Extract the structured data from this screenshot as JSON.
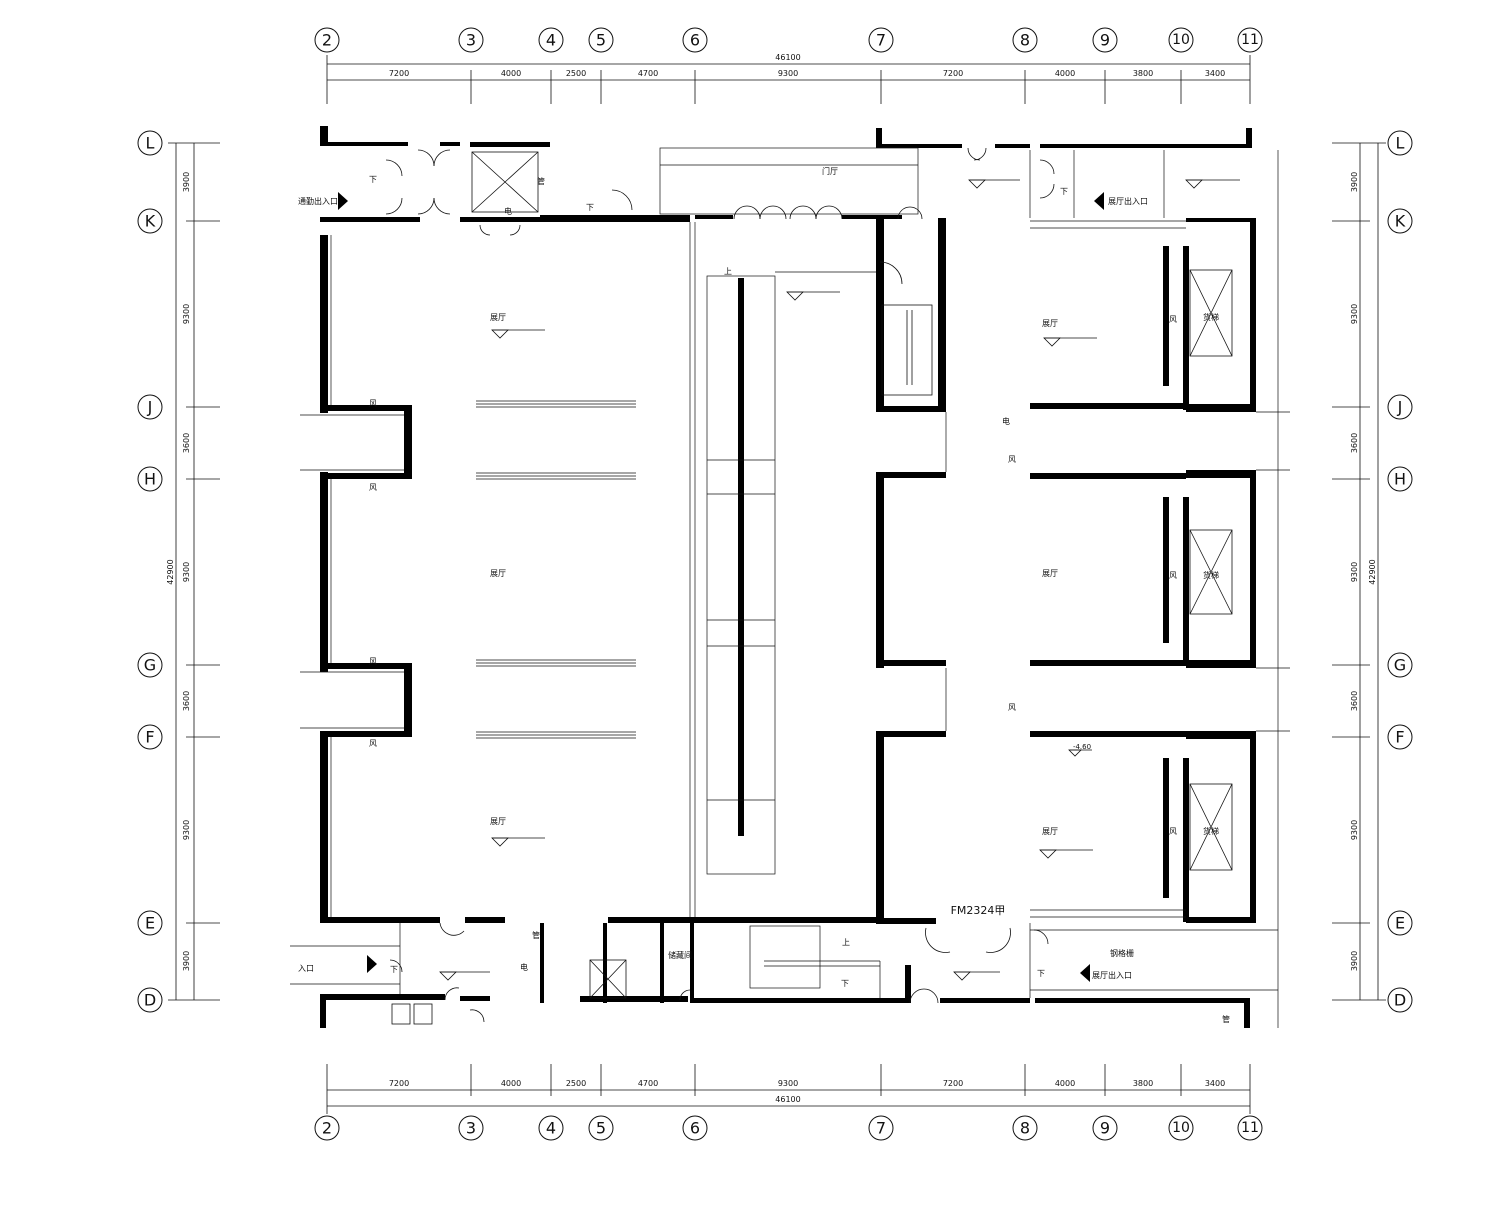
{
  "column_axes": [
    "2",
    "3",
    "4",
    "5",
    "6",
    "7",
    "8",
    "9",
    "10",
    "11"
  ],
  "row_axes": [
    "L",
    "K",
    "J",
    "H",
    "G",
    "F",
    "E",
    "D"
  ],
  "horizontal_dims": [
    "7200",
    "4000",
    "2500",
    "4700",
    "9300",
    "7200",
    "4000",
    "3800",
    "3400"
  ],
  "horizontal_total": "46100",
  "vertical_dims": [
    "3900",
    "9300",
    "3600",
    "9300",
    "3600",
    "9300",
    "3900"
  ],
  "vertical_total": "42900",
  "rooms": {
    "hall": "展厅",
    "foyer": "门厅",
    "storage": "储藏间",
    "freight_elevator": "货梯",
    "elevator": "电",
    "wind": "风",
    "shaft": "管",
    "up": "上",
    "down": "下",
    "door_tag": "FM2324甲",
    "elevation": "-4.60",
    "roller_shutter": "钢格栅"
  },
  "entrances": {
    "top_left": "通勤出入口",
    "top_right": "展厅出入口",
    "bottom_left": "入口",
    "bottom_right": "展厅出入口"
  },
  "colors": {
    "ink": "#111111",
    "wall": "#000000",
    "light": "#999999"
  }
}
